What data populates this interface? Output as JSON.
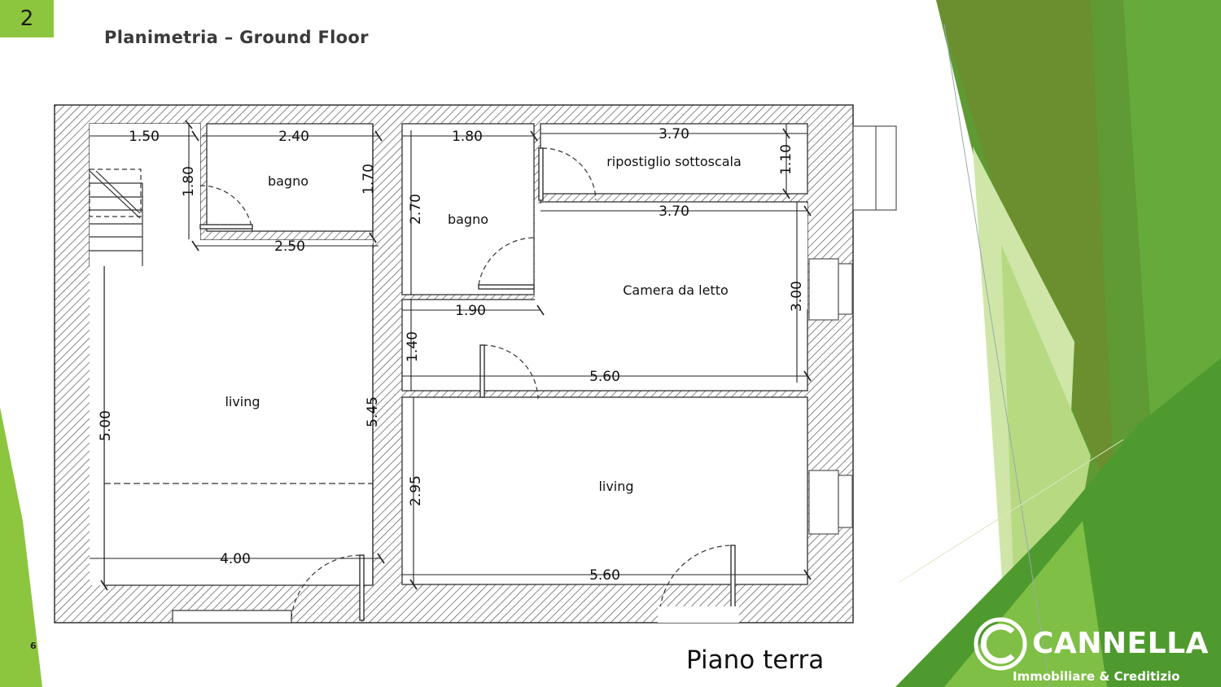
{
  "slide": {
    "number": "2",
    "title": "Planimetria – Ground Floor",
    "footer_page": "6"
  },
  "floor_plan": {
    "caption": "Piano terra",
    "rooms": [
      {
        "id": "stair-bath",
        "label": "bagno"
      },
      {
        "id": "left-living",
        "label": "living"
      },
      {
        "id": "right-bath",
        "label": "bagno"
      },
      {
        "id": "storage",
        "label": "ripostiglio sottoscala"
      },
      {
        "id": "bedroom",
        "label": "Camera da letto"
      },
      {
        "id": "right-living",
        "label": "living"
      }
    ],
    "dimensions": [
      "1.50",
      "2.40",
      "1.80",
      "1.70",
      "2.50",
      "5.00",
      "5.45",
      "4.00",
      "1.80",
      "2.70",
      "3.70",
      "1.10",
      "3.70",
      "3.00",
      "1.90",
      "1.40",
      "5.60",
      "2.95",
      "5.60"
    ]
  },
  "brand": {
    "name": "CANNELLA",
    "tagline": "Immobiliare & Creditizio",
    "colors": {
      "accent": "#8cc63f",
      "dark_green": "#4e8a2b",
      "light_green": "#c6e29b",
      "hatch": "#555555"
    }
  }
}
